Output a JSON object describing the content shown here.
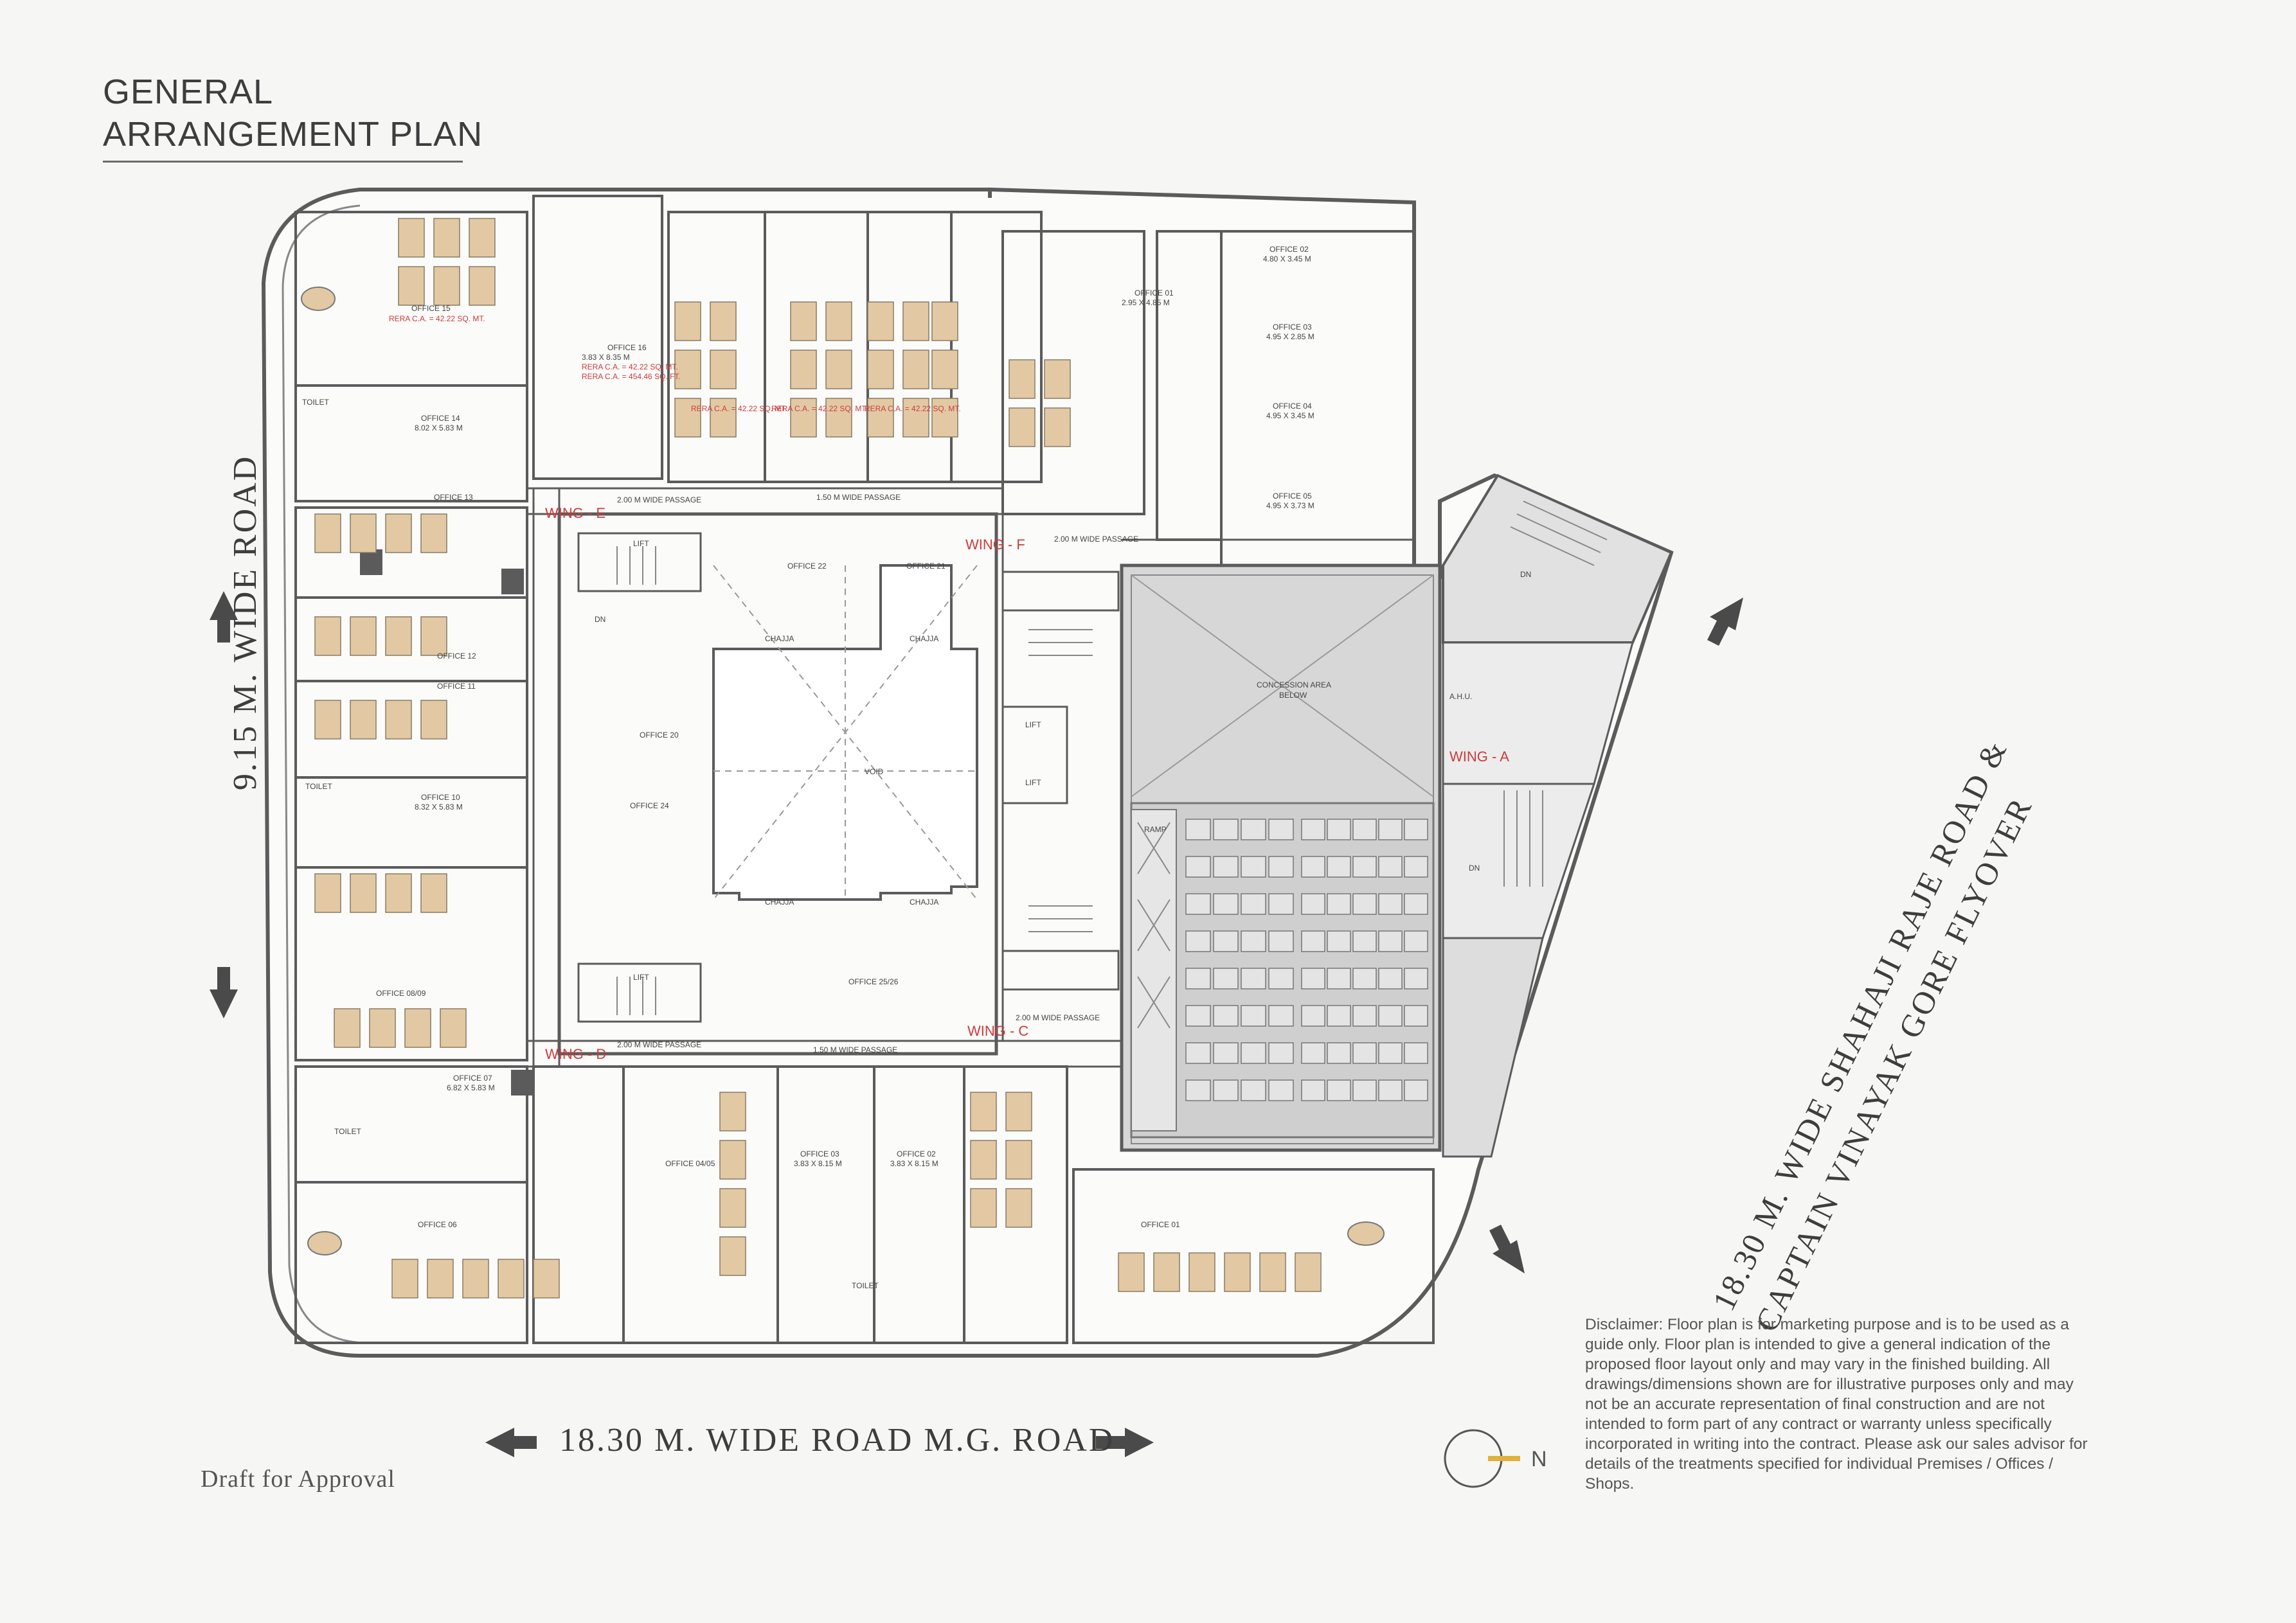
{
  "title": {
    "line1": "GENERAL",
    "line2": "ARRANGEMENT PLAN"
  },
  "roads": {
    "bottom": "18.30 M. WIDE ROAD M.G. ROAD",
    "left": "9.15 M. WIDE ROAD",
    "right_line1": "18.30 M. WIDE SHAHAJI RAJE ROAD &",
    "right_line2": "CAPTAIN VINAYAK GORE FLYOVER"
  },
  "draft": "Draft for Approval",
  "compass_label": "N",
  "disclaimer": "Disclaimer: Floor plan is for marketing purpose and is to be used as a guide only. Floor plan is intended to give a general indication of the proposed floor layout only and may vary in the finished building. All drawings/dimensions shown are for illustrative purposes only and may not be an accurate representation of final construction and are not intended to form part of any contract or warranty unless specifically incorporated in writing into the contract. Please ask our sales advisor for details of the treatments specified for individual Premises / Offices / Shops.",
  "wings": {
    "a": "WING - A",
    "c": "WING - C",
    "d": "WING - D",
    "e": "WING - E",
    "f": "WING - F"
  },
  "plan_labels": {
    "office15": "OFFICE 15",
    "office16": "OFFICE 16",
    "office16_dim": "3.83 X 8.35 M",
    "office14": "OFFICE 14",
    "office14_dim": "8.02 X 5.83 M",
    "office13": "OFFICE 13",
    "office12": "OFFICE 12",
    "office11": "OFFICE 11",
    "office10": "OFFICE 10",
    "office10_dim": "8.32 X 5.83 M",
    "office0809": "OFFICE 08/09",
    "office07": "OFFICE 07",
    "office07_dim": "6.82 X 5.83 M",
    "office06": "OFFICE 06",
    "office0405": "OFFICE 04/05",
    "office03": "OFFICE 03",
    "office03_dim": "3.83 X 8.15 M",
    "office02": "OFFICE 02",
    "office02_dim": "3.83 X 8.15 M",
    "office01": "OFFICE 01",
    "office22": "OFFICE 22",
    "office21": "OFFICE 21",
    "office20": "OFFICE 20",
    "office24": "OFFICE 24",
    "office2526": "OFFICE 25/26",
    "rt_office01": "OFFICE 01",
    "rt_office01_dim": "2.95 X 4.85 M",
    "rt_office02": "OFFICE 02",
    "rt_office02_dim": "4.80 X 3.45 M",
    "rt_office03": "OFFICE 03",
    "rt_office03_dim": "4.95 X 2.85 M",
    "rt_office04": "OFFICE 04",
    "rt_office04_dim": "4.95 X 3.45 M",
    "rt_office05": "OFFICE 05",
    "rt_office05_dim": "4.95 X 3.73 M",
    "concession": "CONCESSION AREA",
    "concession2": "BELOW",
    "void": "VOID",
    "ramp": "RAMP",
    "ahu": "A.H.U.",
    "passage_200": "2.00 M WIDE PASSAGE",
    "passage_150": "1.50 M WIDE PASSAGE",
    "chajja": "CHAJJA",
    "toilet": "TOILET",
    "lift": "LIFT",
    "dn": "DN",
    "rera_sample": "RERA C.A. = 42.22 SQ. MT.",
    "rera_sample2": "RERA C.A. = 454.46 SQ. FT."
  },
  "colors": {
    "background": "#f6f6f4",
    "wall": "#5b5b5b",
    "desk": "#e2c9a4",
    "accent": "#cc3b3b",
    "parking": "#d0d0d0",
    "compass": "#e0b23a"
  }
}
